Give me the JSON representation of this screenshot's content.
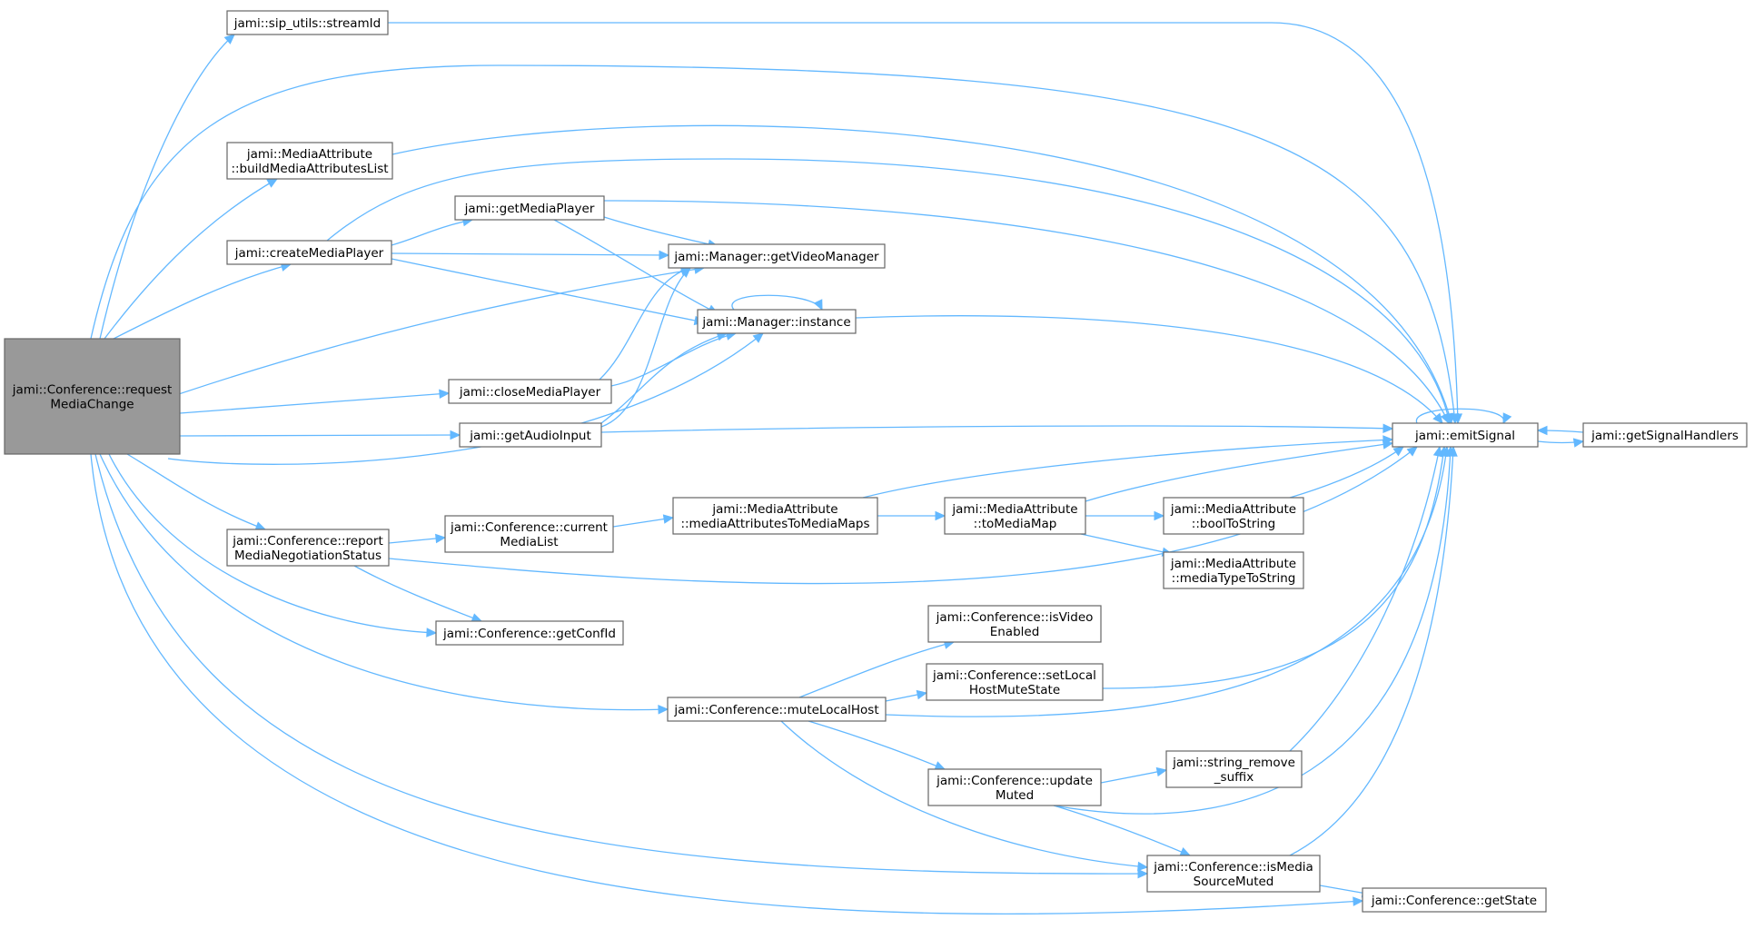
{
  "graph": {
    "nodes": [
      {
        "id": "root",
        "lines": [
          "jami::Conference::request",
          "MediaChange"
        ]
      },
      {
        "id": "streamId",
        "lines": [
          "jami::sip_utils::streamId"
        ]
      },
      {
        "id": "buildMAL",
        "lines": [
          "jami::MediaAttribute",
          "::buildMediaAttributesList"
        ]
      },
      {
        "id": "createMP",
        "lines": [
          "jami::createMediaPlayer"
        ]
      },
      {
        "id": "getMP",
        "lines": [
          "jami::getMediaPlayer"
        ]
      },
      {
        "id": "getVM",
        "lines": [
          "jami::Manager::getVideoManager"
        ]
      },
      {
        "id": "instance",
        "lines": [
          "jami::Manager::instance"
        ]
      },
      {
        "id": "closeMP",
        "lines": [
          "jami::closeMediaPlayer"
        ]
      },
      {
        "id": "getAI",
        "lines": [
          "jami::getAudioInput"
        ]
      },
      {
        "id": "reportMNS",
        "lines": [
          "jami::Conference::report",
          "MediaNegotiationStatus"
        ]
      },
      {
        "id": "currentML",
        "lines": [
          "jami::Conference::current",
          "MediaList"
        ]
      },
      {
        "id": "maToMM",
        "lines": [
          "jami::MediaAttribute",
          "::mediaAttributesToMediaMaps"
        ]
      },
      {
        "id": "toMM",
        "lines": [
          "jami::MediaAttribute",
          "::toMediaMap"
        ]
      },
      {
        "id": "boolToStr",
        "lines": [
          "jami::MediaAttribute",
          "::boolToString"
        ]
      },
      {
        "id": "mtToStr",
        "lines": [
          "jami::MediaAttribute",
          "::mediaTypeToString"
        ]
      },
      {
        "id": "getConfId",
        "lines": [
          "jami::Conference::getConfId"
        ]
      },
      {
        "id": "isVideoEn",
        "lines": [
          "jami::Conference::isVideo",
          "Enabled"
        ]
      },
      {
        "id": "setLHMS",
        "lines": [
          "jami::Conference::setLocal",
          "HostMuteState"
        ]
      },
      {
        "id": "muteLH",
        "lines": [
          "jami::Conference::muteLocalHost"
        ]
      },
      {
        "id": "updateMuted",
        "lines": [
          "jami::Conference::update",
          "Muted"
        ]
      },
      {
        "id": "strRemSuf",
        "lines": [
          "jami::string_remove",
          "_suffix"
        ]
      },
      {
        "id": "isMSMuted",
        "lines": [
          "jami::Conference::isMedia",
          "SourceMuted"
        ]
      },
      {
        "id": "getState",
        "lines": [
          "jami::Conference::getState"
        ]
      },
      {
        "id": "emitSignal",
        "lines": [
          "jami::emitSignal"
        ]
      },
      {
        "id": "getSH",
        "lines": [
          "jami::getSignalHandlers"
        ]
      }
    ],
    "colors": {
      "edge": "#63b8ff",
      "root_fill": "#999999",
      "node_border": "#666666"
    }
  }
}
